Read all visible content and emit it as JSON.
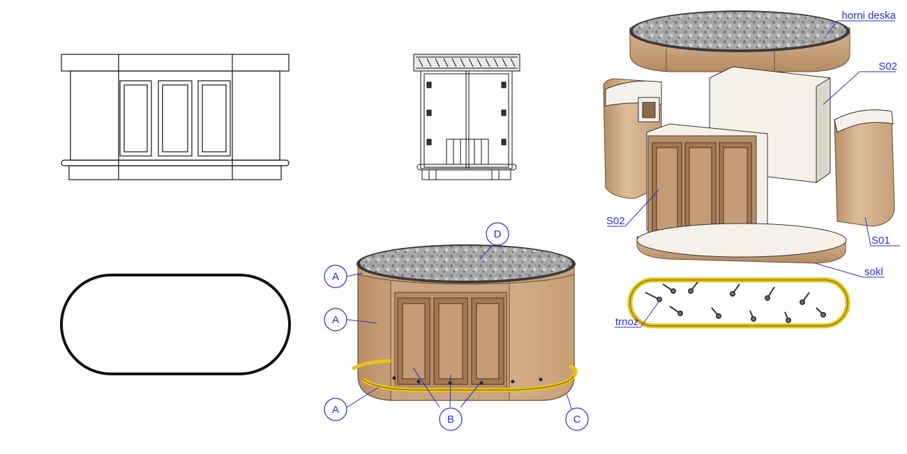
{
  "colors": {
    "wood": "#d4b08c",
    "wood_dark": "#a9825e",
    "wood_edge": "#6b4a2c",
    "granite": "#a8a8a8",
    "panel": "#f4f1ea",
    "rail": "#e8c21a",
    "annotation": "#2a2ad8",
    "line": "#111111"
  },
  "callouts": {
    "top": "horni deska",
    "back_panel": "S02",
    "front_panel": "S02",
    "end_piece": "S01",
    "plinth": "sokl",
    "footrest": "trnoz"
  },
  "bubbles": {
    "a1": "A",
    "a2": "A",
    "a3": "A",
    "b": "B",
    "c": "C",
    "d": "D"
  }
}
